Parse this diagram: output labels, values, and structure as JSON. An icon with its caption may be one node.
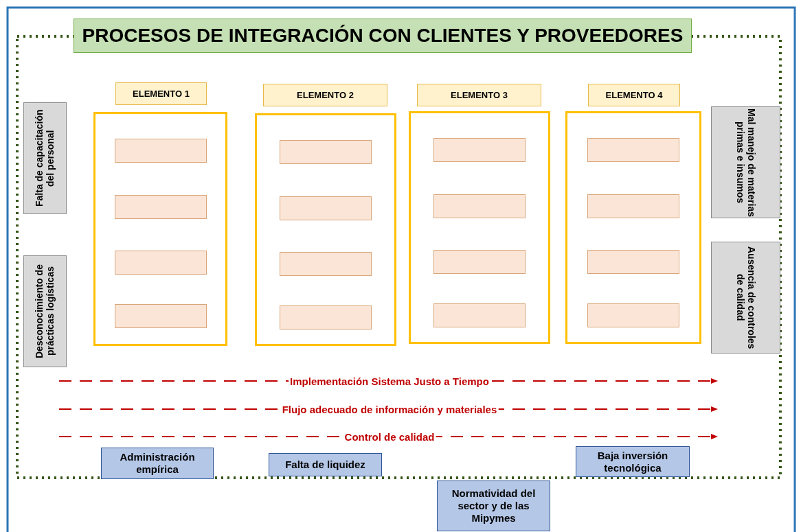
{
  "diagram": {
    "title": "PROCESOS DE INTEGRACIÓN CON CLIENTES Y PROVEEDORES",
    "nodes": [
      {
        "text": [
          "ELEMENTO 1"
        ]
      },
      {
        "text": [],
        "shape": "box",
        "in": 0
      },
      {
        "text": [],
        "shape": "box",
        "in": 0
      },
      {
        "text": [],
        "shape": "box",
        "in": 0
      },
      {
        "text": [],
        "shape": "box",
        "in": 0
      },
      {
        "text": [
          "ELEMENTO 2"
        ]
      },
      {
        "text": [],
        "shape": "box",
        "in": 5
      },
      {
        "text": [],
        "shape": "box",
        "in": 5
      },
      {
        "text": [],
        "shape": "box",
        "in": 5
      },
      {
        "text": [],
        "shape": "box",
        "in": 5
      },
      {
        "text": [
          "ELEMENTO 3"
        ]
      },
      {
        "text": [],
        "shape": "box",
        "in": 10
      },
      {
        "text": [],
        "shape": "box",
        "in": 10
      },
      {
        "text": [],
        "shape": "box",
        "in": 10
      },
      {
        "text": [],
        "shape": "box",
        "in": 10
      },
      {
        "text": [
          "ELEMENTO 4"
        ]
      },
      {
        "text": [],
        "shape": "box",
        "in": 15
      },
      {
        "text": [],
        "shape": "box",
        "in": 15
      },
      {
        "text": [],
        "shape": "box",
        "in": 15
      },
      {
        "text": [],
        "shape": "box",
        "in": 15
      },
      {
        "text": [
          "Falta de capacitación del personal"
        ]
      },
      {
        "text": [
          "Desconocimiento de prácticas logísticas"
        ]
      },
      {
        "text": [
          "Mal manejo de materias primas e insumos"
        ]
      },
      {
        "text": [
          "Ausencia de controles de calidad"
        ]
      },
      {
        "text": [
          "Administración empírica"
        ]
      },
      {
        "text": [
          "Falta de liquidez"
        ]
      },
      {
        "text": [
          "Baja inversión tecnológica"
        ]
      },
      {
        "text": [
          "Normatividad del sector y de las Mipymes"
        ]
      }
    ],
    "edges": [],
    "labels": [
      "Implementación Sistema Justo a Tiempo",
      "Flujo adecuado de información y materiales",
      "Control de calidad"
    ]
  }
}
